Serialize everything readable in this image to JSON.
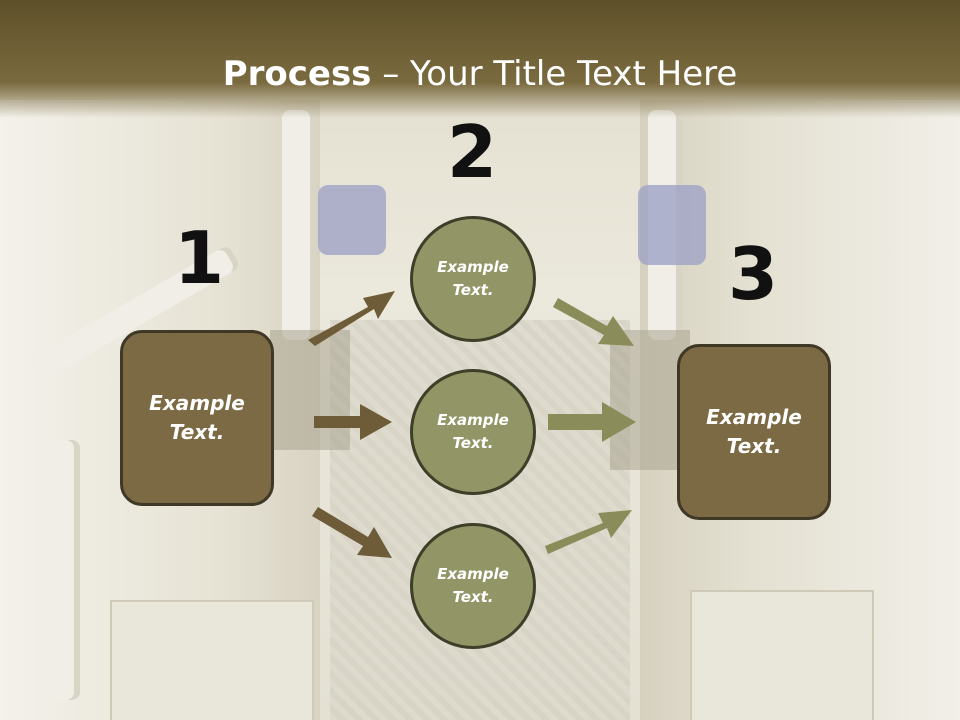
{
  "header": {
    "title_bold": "Process",
    "title_rest": " – Your Title Text Here"
  },
  "steps": {
    "step1_number": "1",
    "step2_number": "2",
    "step3_number": "3"
  },
  "nodes": {
    "left_box": "Example Text.",
    "circle_top": "Example Text.",
    "circle_middle": "Example Text.",
    "circle_bottom": "Example Text.",
    "right_box": "Example Text."
  },
  "colors": {
    "header_band": "#6b5a31",
    "box_fill": "#7c6a45",
    "circle_fill": "#929566",
    "arrow_left": "#6e5c38",
    "arrow_right": "#8a8c5a"
  }
}
